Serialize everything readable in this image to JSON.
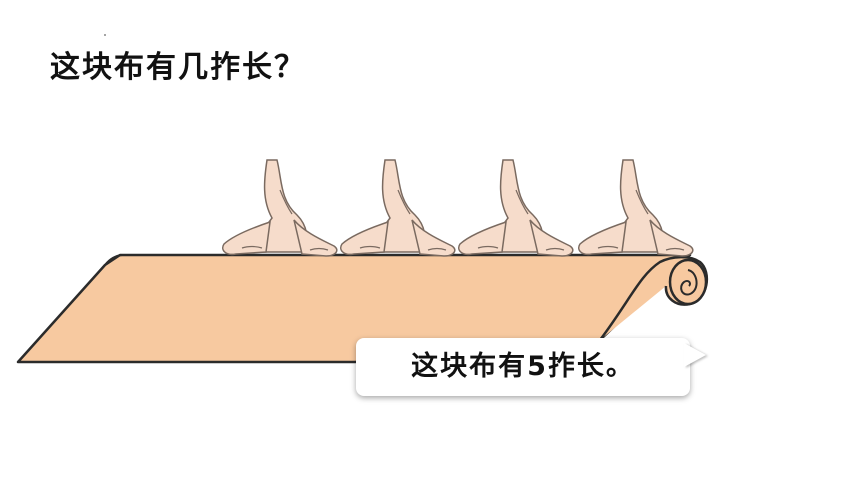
{
  "question": "这块布有几拃长？",
  "answer_bubble": "这块布有5拃长。",
  "colors": {
    "cloth": "#F7C9A0",
    "outline": "#2b2b2b",
    "hand": "#F6DCCB",
    "text": "#111111",
    "bubble_bg": "#FFFFFF"
  },
  "hands_count": 4
}
